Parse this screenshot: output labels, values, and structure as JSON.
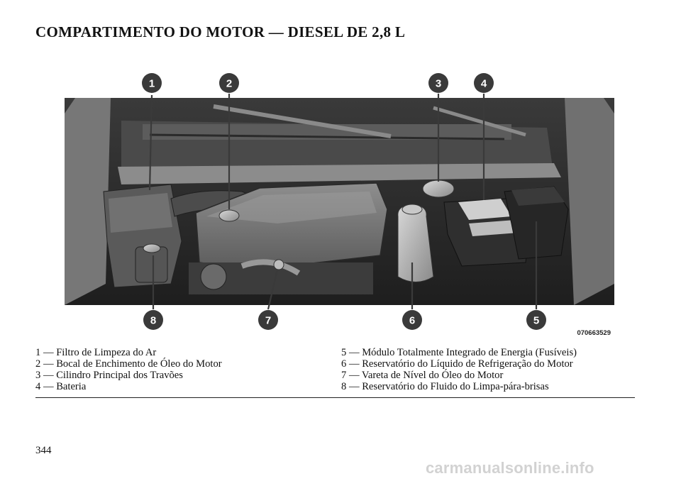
{
  "title": "COMPARTIMENTO DO MOTOR — DIESEL DE 2,8 L",
  "figure": {
    "code": "070663529",
    "callouts": [
      "1",
      "2",
      "3",
      "4",
      "5",
      "6",
      "7",
      "8"
    ]
  },
  "legend": {
    "left": [
      "1 — Filtro de Limpeza do Ar",
      "2 — Bocal de Enchimento de Óleo do Motor",
      "3 — Cilindro Principal dos Travões",
      "4 — Bateria"
    ],
    "right": [
      "5 — Módulo Totalmente Integrado de Energia (Fusíveis)",
      "6 — Reservatório do Líquido de Refrigeração do Motor",
      "7 — Vareta de Nível do Óleo do Motor",
      "8 — Reservatório do Fluido do Limpa-pára-brisas"
    ]
  },
  "page_number": "344",
  "watermark": "carmanualsonline.info",
  "colors": {
    "engine_dark": "#2e2e2e",
    "engine_mid": "#6a6a6a",
    "engine_light": "#a5a5a5",
    "callout": "#3a3a3a"
  }
}
